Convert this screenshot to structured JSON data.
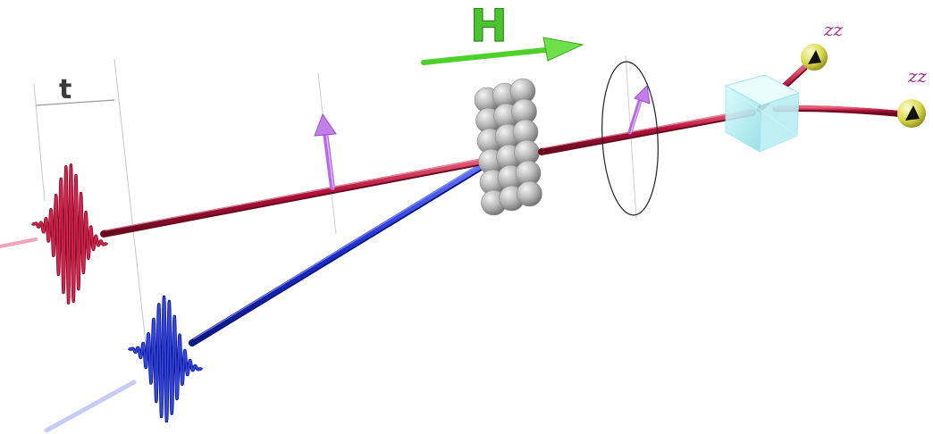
{
  "labels": {
    "delay": "t",
    "field": "H",
    "detector_1": "zz",
    "detector_2": "zz"
  },
  "colors": {
    "probe_beam": "#b3123a",
    "pump_beam": "#1f2fd0",
    "magnetic_field": "#4ed12a",
    "spin_arrow": "#b86ae6",
    "sample": "#a9a9a9",
    "polarizing_beamsplitter": "#9fe7ec",
    "detector": "#e3e35a"
  },
  "icons": {
    "sample": "atom-lattice-icon",
    "splitter": "beam-splitter-cube-icon",
    "detector": "photodetector-sphere-icon"
  }
}
